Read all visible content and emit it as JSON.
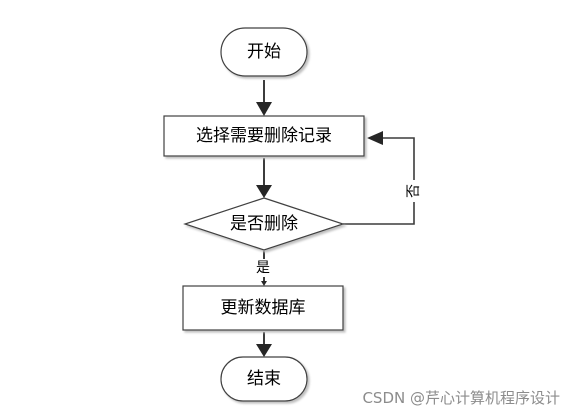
{
  "nodes": {
    "start": "开始",
    "select": "选择需要删除记录",
    "decision": "是否删除",
    "update": "更新数据库",
    "end": "结束"
  },
  "edges": {
    "yes": "是",
    "no": "否"
  },
  "watermark": "CSDN @芹心计算机程序设计"
}
